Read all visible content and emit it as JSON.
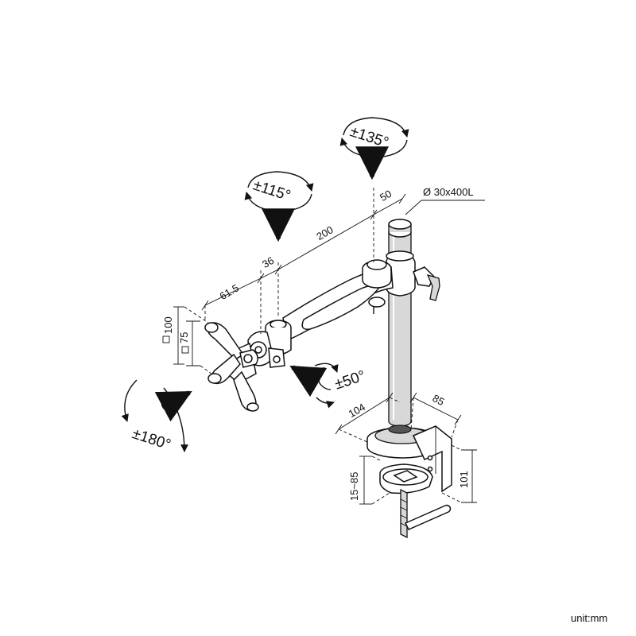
{
  "dimensions": {
    "d_200": "200",
    "d_50": "50",
    "d_36": "36",
    "d_61_5": "61.5",
    "d_100": "100",
    "d_75": "75",
    "d_104": "104",
    "d_85": "85",
    "d_101": "101",
    "d_15_85": "15~85"
  },
  "pole_label": "Ø 30x400L",
  "rotations": {
    "pole": "±135°",
    "arm": "±115°",
    "tilt": "±50°",
    "rotate": "±180°"
  },
  "unit": "unit:mm"
}
